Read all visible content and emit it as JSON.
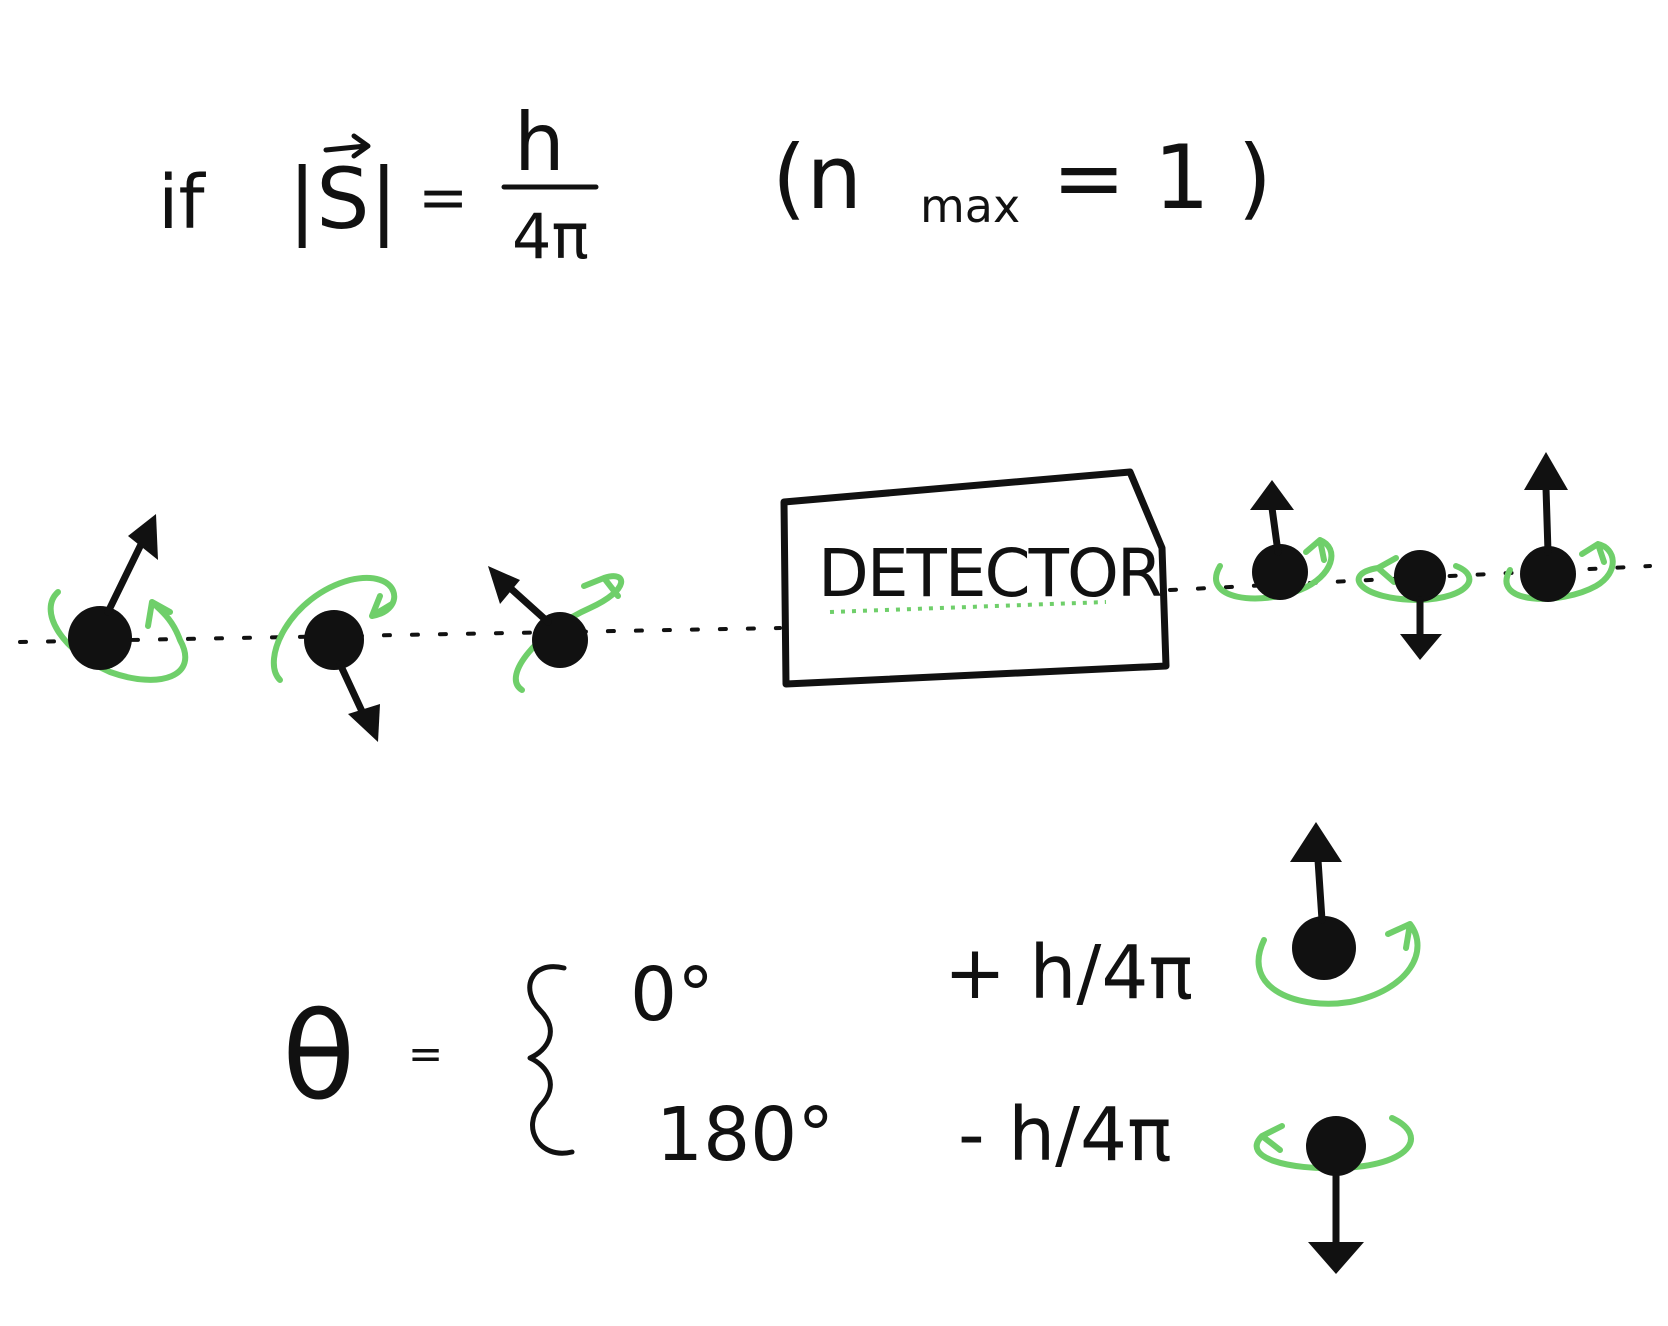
{
  "header": {
    "prefix": "if",
    "spin_magnitude": "|S|",
    "equals": "=",
    "fraction_numerator": "h",
    "fraction_denominator": "4π",
    "condition": "(n",
    "condition_subscript": "max",
    "condition_value": "= 1 )"
  },
  "detector": {
    "label": "DETECTOR"
  },
  "result": {
    "theta_symbol": "θ",
    "equals": "=",
    "angles": [
      "0°",
      "180°"
    ],
    "values": [
      "+ h/4π",
      "- h/4π"
    ]
  },
  "colors": {
    "ink": "#111111",
    "spin_green": "#6fcf6a"
  }
}
